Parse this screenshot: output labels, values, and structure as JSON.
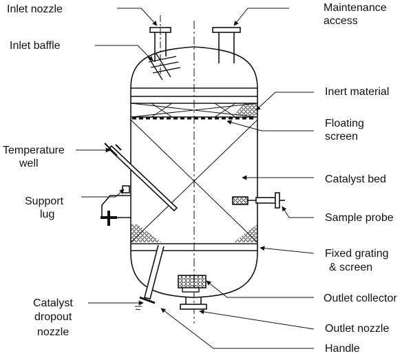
{
  "labels": {
    "inlet_nozzle": "Inlet nozzle",
    "inlet_baffle": "Inlet baffle",
    "maintenance_access_1": "Maintenance",
    "maintenance_access_2": "access",
    "inert_material": "Inert material",
    "floating_screen_1": "Floating",
    "floating_screen_2": "screen",
    "temperature_well_1": "Temperature",
    "temperature_well_2": "well",
    "catalyst_bed": "Catalyst bed",
    "support_lug_1": "Support",
    "support_lug_2": "lug",
    "sample_probe": "Sample probe",
    "fixed_grating_1": "Fixed grating",
    "fixed_grating_2": "& screen",
    "catalyst_dropout_1": "Catalyst",
    "catalyst_dropout_2": "dropout",
    "catalyst_dropout_3": "nozzle",
    "outlet_collector": "Outlet collector",
    "outlet_nozzle": "Outlet nozzle",
    "handle": "Handle"
  },
  "colors": {
    "ink": "#111111",
    "paper": "#ffffff"
  }
}
